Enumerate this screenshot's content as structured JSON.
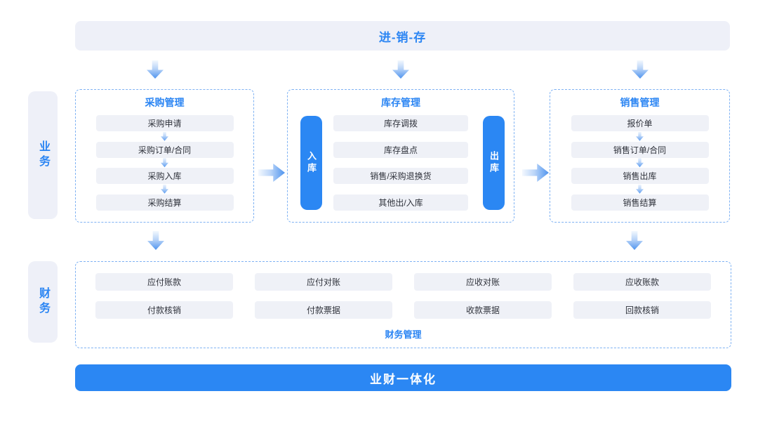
{
  "banner": {
    "title": "进-销-存"
  },
  "side_labels": {
    "business": "业务",
    "finance": "财务"
  },
  "purchase": {
    "title": "采购管理",
    "items": [
      "采购申请",
      "采购订单/合同",
      "采购入库",
      "采购结算"
    ]
  },
  "inventory": {
    "title": "库存管理",
    "inbound_pill": "入库",
    "outbound_pill": "出库",
    "items": [
      "库存调拨",
      "库存盘点",
      "销售/采购退换货",
      "其他出/入库"
    ]
  },
  "sales": {
    "title": "销售管理",
    "items": [
      "报价单",
      "销售订单/合同",
      "销售出库",
      "销售结算"
    ]
  },
  "finance": {
    "title": "财务管理",
    "row1": [
      "应付账款",
      "应付对账",
      "应收对账",
      "应收账款"
    ],
    "row2": [
      "付款核销",
      "付款票据",
      "收款票据",
      "回款核销"
    ]
  },
  "bottom_bar": {
    "title": "业财一体化"
  },
  "colors": {
    "accent_blue": "#2b85f3",
    "solid_blue": "#2b87f3",
    "light_block_bg": "#eef0f8",
    "item_bg": "#eff1f7",
    "dashed_border": "#7fb2f3",
    "item_text": "#2f323b"
  }
}
